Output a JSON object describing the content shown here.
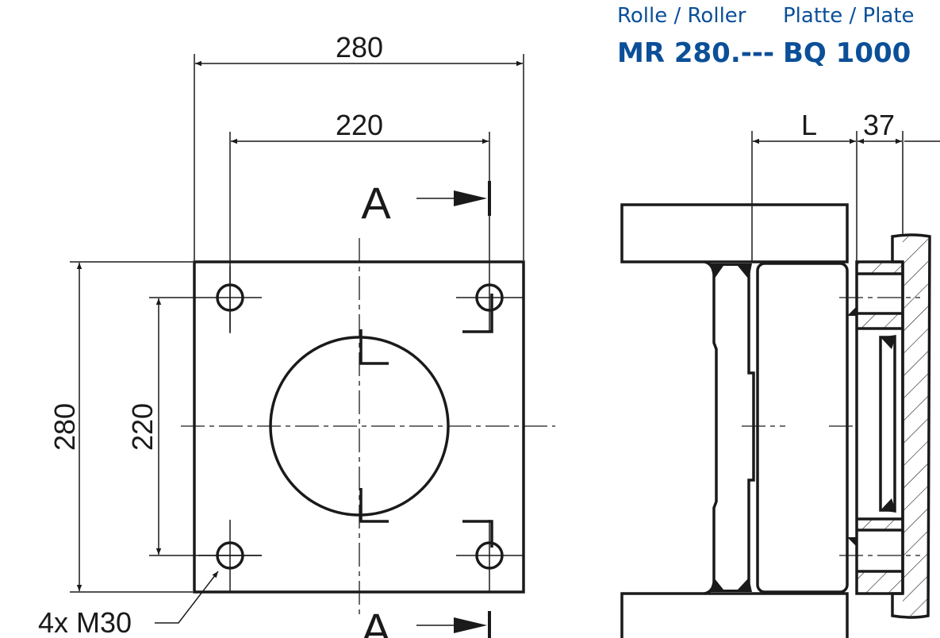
{
  "header": {
    "roller_label": "Rolle / Roller",
    "plate_label": "Platte / Plate",
    "roller_code": "MR 280.---",
    "plate_code": "BQ 1000"
  },
  "front_view": {
    "dim_width_outer": "280",
    "dim_width_holes": "220",
    "dim_height_outer": "280",
    "dim_height_holes": "220",
    "section_top": "A",
    "section_bottom": "A",
    "holes_label": "4x M30"
  },
  "side_view": {
    "dim_L": "L",
    "dim_plate": "37"
  },
  "colors": {
    "header": "#0b4f98",
    "line": "#1a1a1a"
  }
}
